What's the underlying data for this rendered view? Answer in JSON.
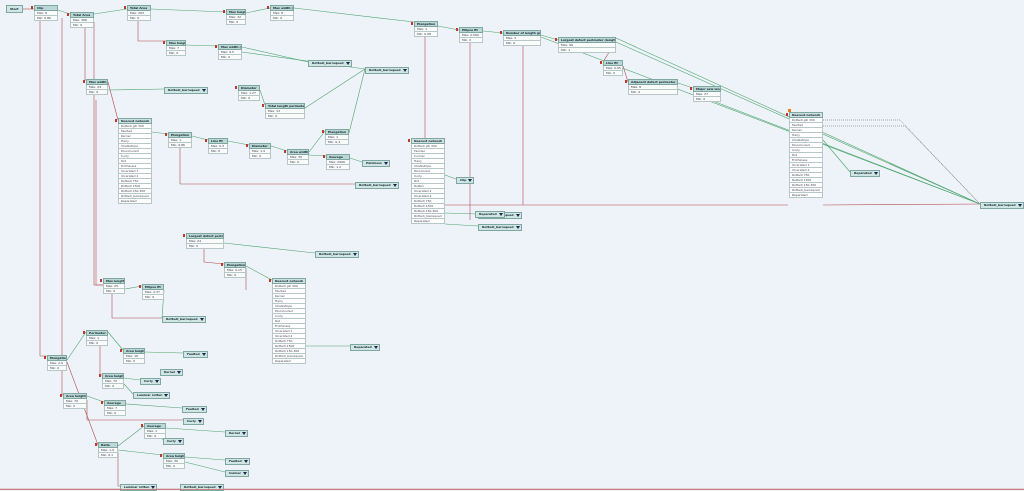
{
  "start": {
    "label": "Start"
  },
  "clip": {
    "title": "Clip",
    "max": "Max: 8",
    "min": "Min: 0.86"
  },
  "minmax_nodes": [
    {
      "id": "total-area",
      "title": "Total Area",
      "max": "Max: 366",
      "min": "Min: 0"
    },
    {
      "id": "total-area2",
      "title": "Total Area",
      "max": "Max: 263",
      "min": "Min: 0"
    },
    {
      "id": "max-height",
      "title": "Max height",
      "max": "Max: 32",
      "min": "Min: 0"
    },
    {
      "id": "max-width-top",
      "title": "Max width (mm)",
      "max": "Max: 8",
      "min": "Min: 0"
    },
    {
      "id": "max-height2",
      "title": "Max height",
      "max": "Max: 7",
      "min": "Min: 0"
    },
    {
      "id": "max-width-mm",
      "title": "Max width (mm)",
      "max": "Max: 9.5",
      "min": "Min: 0"
    },
    {
      "id": "elongation-top",
      "title": "Elongation",
      "max": "Max: 1",
      "min": "Min: 0.08"
    },
    {
      "id": "ellipse-top",
      "title": "Ellipse fit",
      "max": "Max: 2,560",
      "min": "Min: 0"
    },
    {
      "id": "num-grooves",
      "title": "Number of length grooves",
      "max": "Max: 3",
      "min": "Min: 0"
    },
    {
      "id": "largest-defect",
      "title": "Largest defect perimeter (length) (mm)",
      "max": "Max: 96",
      "min": "Min: 1"
    },
    {
      "id": "line-fit",
      "title": "Line fit",
      "max": "Max: 0.95",
      "min": "Min: 0"
    },
    {
      "id": "adj-defect",
      "title": "Adjacent defect perimeter (mm)",
      "max": "Max: 8",
      "min": "Min: 0"
    },
    {
      "id": "major-axis",
      "title": "Major axis length",
      "max": "Max: 27",
      "min": "Min: 0"
    },
    {
      "id": "max-width",
      "title": "Max width",
      "max": "Max: 24",
      "min": "Min: 0"
    },
    {
      "id": "elongation2",
      "title": "Elongation",
      "max": "Max: 1",
      "min": "Min: 0.86"
    },
    {
      "id": "line-fit2",
      "title": "Line fit",
      "max": "Max: 0.3",
      "min": "Min: 0"
    },
    {
      "id": "diameter",
      "title": "Diameter",
      "max": "Max: 1.27",
      "min": "Min: 0"
    },
    {
      "id": "diameter2",
      "title": "Diameter",
      "max": "Max: 1.4",
      "min": "Min: 0"
    },
    {
      "id": "area-width",
      "title": "Area width",
      "max": "Max: 30",
      "min": "Min: 0"
    },
    {
      "id": "total-length",
      "title": "Total length perimeter (mm)",
      "max": "Max: 13",
      "min": "Min: 0"
    },
    {
      "id": "elongation3",
      "title": "Elongation",
      "max": "Max: 1",
      "min": "Min: 0.3"
    },
    {
      "id": "average",
      "title": "Average",
      "max": "Max: 2999",
      "min": "Min: 1.2"
    },
    {
      "id": "largest-defect2",
      "title": "Largest defect perimeter",
      "max": "Max: 24",
      "min": "Min: 0"
    },
    {
      "id": "elongation4",
      "title": "Elongation",
      "max": "Max: 0.15",
      "min": "Min: 0"
    },
    {
      "id": "max-length",
      "title": "Max length",
      "max": "Max: 25",
      "min": "Min: 0"
    },
    {
      "id": "ellipse-fit2",
      "title": "Ellipse fit",
      "max": "Max: 2.37",
      "min": "Min: 0"
    },
    {
      "id": "elongation5",
      "title": "Elongation",
      "max": "Max: 2.9",
      "min": "Min: 0"
    },
    {
      "id": "perimeter",
      "title": "Perimeter",
      "max": "Max: 1",
      "min": "Min: 0"
    },
    {
      "id": "area-height",
      "title": "Area height",
      "max": "Max: 70",
      "min": "Min: 0"
    },
    {
      "id": "area-height2",
      "title": "Area height",
      "max": "Max: 70",
      "min": "Min: 0"
    },
    {
      "id": "area-height3",
      "title": "Area height",
      "max": "Max: 16",
      "min": "Min: 0"
    },
    {
      "id": "average2",
      "title": "Average",
      "max": "Max: 7",
      "min": "Min: 0"
    },
    {
      "id": "ratio",
      "title": "Ratio",
      "max": "Max: 1.9",
      "min": "Min: 0.1"
    },
    {
      "id": "average3",
      "title": "Average",
      "max": "Max: 1",
      "min": "Min: 0"
    },
    {
      "id": "area-height4",
      "title": "Area height",
      "max": "Max: 30",
      "min": "Min: 0"
    }
  ],
  "category_nodes": [
    {
      "id": "cat-a",
      "title": "Nearest network",
      "items": [
        "Rottedi gill 300",
        "Faulted",
        "Kernel",
        "Hairy",
        "Chalkstripe",
        "Discoloured",
        "Curly",
        "Rot",
        "Frothiness",
        "Ulcerated 1",
        "Ulcerated 2",
        "Rottedi 750",
        "Rottedi 1500",
        "Rottedi 150-300",
        "Rottedi_barrequed",
        "Reparated"
      ]
    },
    {
      "id": "cat-b",
      "title": "Nearest network",
      "items": [
        "Rottedi gill 300",
        "Fauldec",
        "Cuimer",
        "Hairy",
        "Chalkstripe",
        "Discolored",
        "Curly",
        "Rot",
        "Rotten",
        "Ulcerated 2",
        "Ulcerated 2",
        "Rottedi 750",
        "Rottedi 1500",
        "Rottedi 150-300",
        "Rottedi_barrequed",
        "Reparated"
      ]
    },
    {
      "id": "cat-c",
      "title": "Nearest network",
      "items": [
        "Rottedi gill 300",
        "Faulted",
        "Kernel",
        "Hairy",
        "Chalkstripe",
        "Discoloured",
        "Curly",
        "Rot",
        "Frothiness",
        "Ulcerated 1",
        "Ulcerated 2",
        "Rottedi 750",
        "Rottedi 1500",
        "Rottedi 150-300",
        "Rottedi_barrequed",
        "Reparated"
      ]
    },
    {
      "id": "cat-d",
      "title": "Nearest network",
      "items": [
        "Rottedi gill 300",
        "Faulted",
        "Kernel",
        "Hairy",
        "Chalkstripe",
        "Discoloured",
        "Curly",
        "Rot",
        "Frothiness",
        "Ulcerated 1",
        "Ulcerated 2",
        "Rottedi 750",
        "Rottedi 1500",
        "Rottedi 150-300",
        "Rottedi_barrequed",
        "Reparated"
      ]
    }
  ],
  "outputs": [
    {
      "id": "out-1",
      "label": "Rottedi_barrequed"
    },
    {
      "id": "out-2",
      "label": "Rottedi_barrequed"
    },
    {
      "id": "out-3",
      "label": "Rottedi_barrequed"
    },
    {
      "id": "out-4",
      "label": "Rottedi_barrequed"
    },
    {
      "id": "out-5",
      "label": "Rottedi_barrequed"
    },
    {
      "id": "out-6",
      "label": "Rottedi_barrequed"
    },
    {
      "id": "out-7",
      "label": "Rottedi_barrequed"
    },
    {
      "id": "out-8",
      "label": "Rottedi_barrequed"
    },
    {
      "id": "out-9",
      "label": "Reparated"
    },
    {
      "id": "out-10",
      "label": "Reparated"
    },
    {
      "id": "out-11",
      "label": "Rottedi_barrequed"
    },
    {
      "id": "out-12",
      "label": "Clip"
    },
    {
      "id": "out-13",
      "label": "Reparated"
    },
    {
      "id": "out-14",
      "label": "Hairiness"
    },
    {
      "id": "out-15",
      "label": "Faulted"
    },
    {
      "id": "out-16",
      "label": "Curly"
    },
    {
      "id": "out-17",
      "label": "Kernel"
    },
    {
      "id": "out-18",
      "label": "Laminar rotten"
    },
    {
      "id": "out-19",
      "label": "Faulted"
    },
    {
      "id": "out-20",
      "label": "Curly"
    },
    {
      "id": "out-21",
      "label": "Kernel"
    },
    {
      "id": "out-22",
      "label": "Faulted"
    },
    {
      "id": "out-23",
      "label": "Cuimer"
    },
    {
      "id": "out-24",
      "label": "Laminar rotten"
    },
    {
      "id": "out-25",
      "label": "Curly"
    },
    {
      "id": "out-26",
      "label": "Rottedi_barrequed"
    }
  ],
  "colors": {
    "edge_green": "#4aa36a",
    "edge_red": "#b04b4b",
    "edge_dark": "#555555"
  }
}
